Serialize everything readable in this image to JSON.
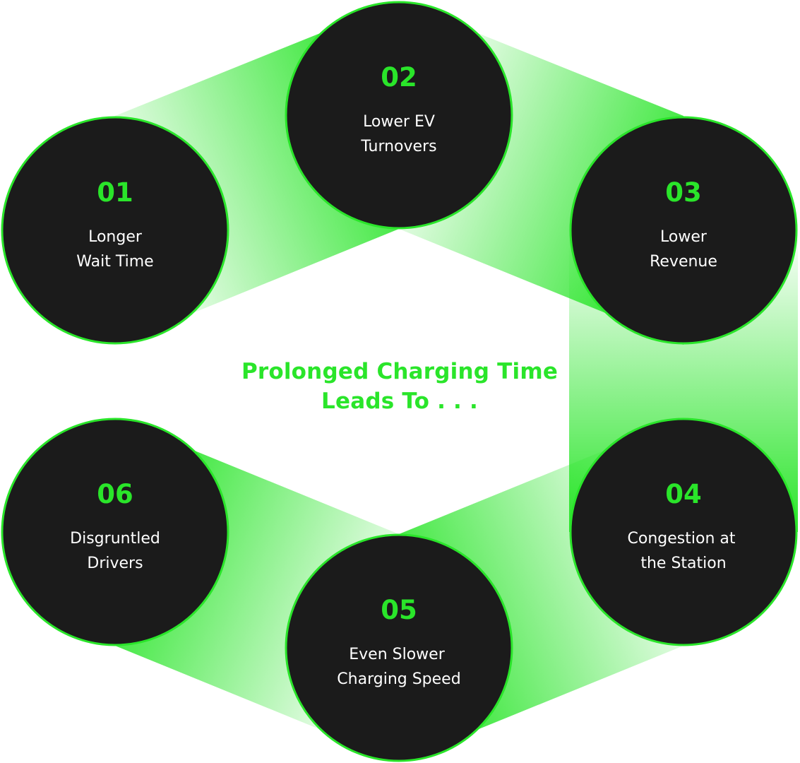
{
  "title": {
    "line1": "Prolonged Charging Time",
    "line2": "Leads To . . ."
  },
  "colors": {
    "accent": "#2ae52a",
    "circle_fill": "#1b1b1b",
    "background": "#ffffff"
  },
  "nodes": [
    {
      "number": "01",
      "line1": "Longer",
      "line2": "Wait Time"
    },
    {
      "number": "02",
      "line1": "Lower EV",
      "line2": "Turnovers"
    },
    {
      "number": "03",
      "line1": "Lower",
      "line2": "Revenue"
    },
    {
      "number": "04",
      "line1": "Congestion at",
      "line2": "the Station"
    },
    {
      "number": "05",
      "line1": "Even Slower",
      "line2": "Charging Speed"
    },
    {
      "number": "06",
      "line1": "Disgruntled",
      "line2": "Drivers"
    }
  ]
}
